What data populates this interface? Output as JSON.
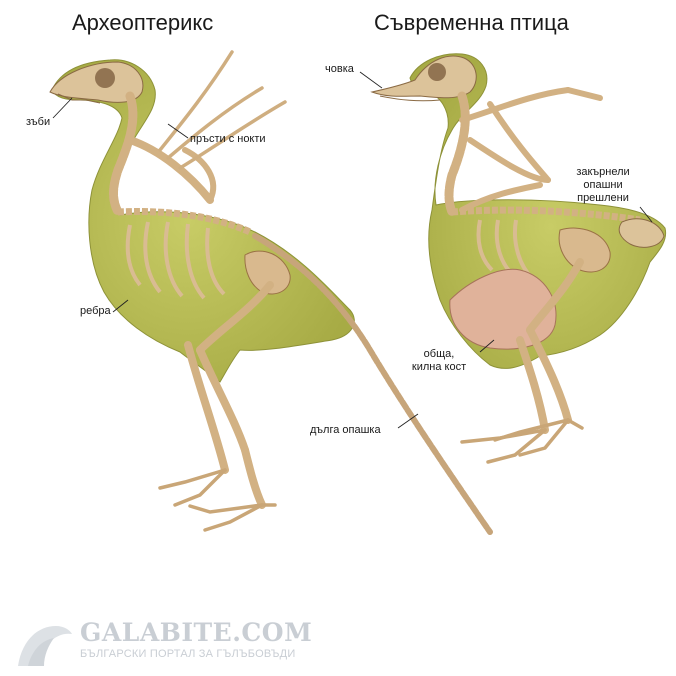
{
  "titles": {
    "left": "Археоптерикс",
    "right": "Съвременна птица"
  },
  "labels": {
    "teeth": "зъби",
    "clawed_fingers": "пръсти с нокти",
    "ribs": "ребра",
    "long_tail": "дълга опашка",
    "beak": "човка",
    "fused_tail_1": "закърнели",
    "fused_tail_2": "опашни",
    "fused_tail_3": "прешлени",
    "keel_1": "обща,",
    "keel_2": "килна кост"
  },
  "watermark": {
    "name": "GALABITE.COM",
    "subtitle": "БЪЛГАРСКИ ПОРТАЛ ЗА ГЪЛЪБОВЪДИ"
  },
  "colors": {
    "body_fill": "#bcc05a",
    "body_shadow": "#a3a640",
    "bone": "#d9b98e",
    "bone_dark": "#a8804f",
    "keel": "#e0b29a",
    "watermark": "#c9ced4"
  }
}
